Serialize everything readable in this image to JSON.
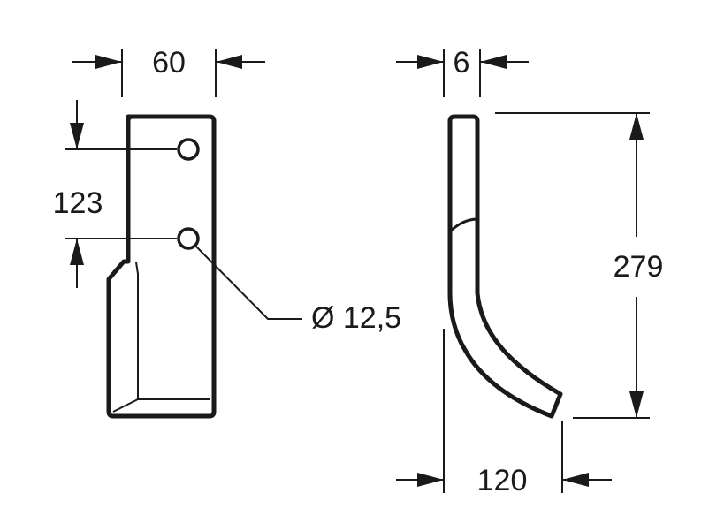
{
  "drawing": {
    "dimensions": {
      "front_width": "60",
      "hole_spacing": "123",
      "hole_diameter": "Ø 12,5",
      "side_thickness": "6",
      "side_height": "279",
      "side_width": "120"
    }
  }
}
